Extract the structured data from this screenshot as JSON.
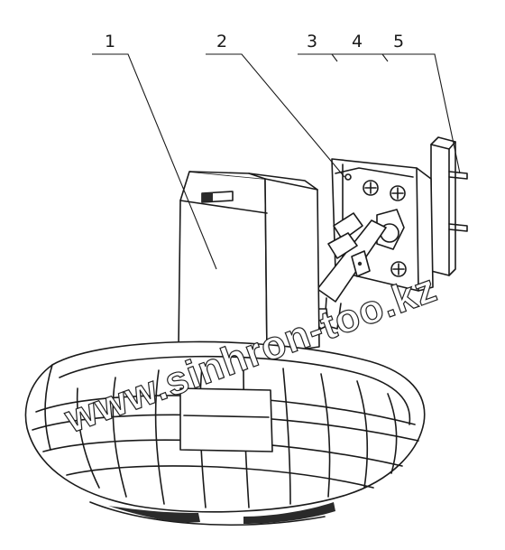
{
  "callouts": [
    {
      "id": "1",
      "label": "1"
    },
    {
      "id": "2",
      "label": "2"
    },
    {
      "id": "3",
      "label": "3"
    },
    {
      "id": "4",
      "label": "4"
    },
    {
      "id": "5",
      "label": "5"
    }
  ],
  "watermark": "www.sinhron-too.kz"
}
